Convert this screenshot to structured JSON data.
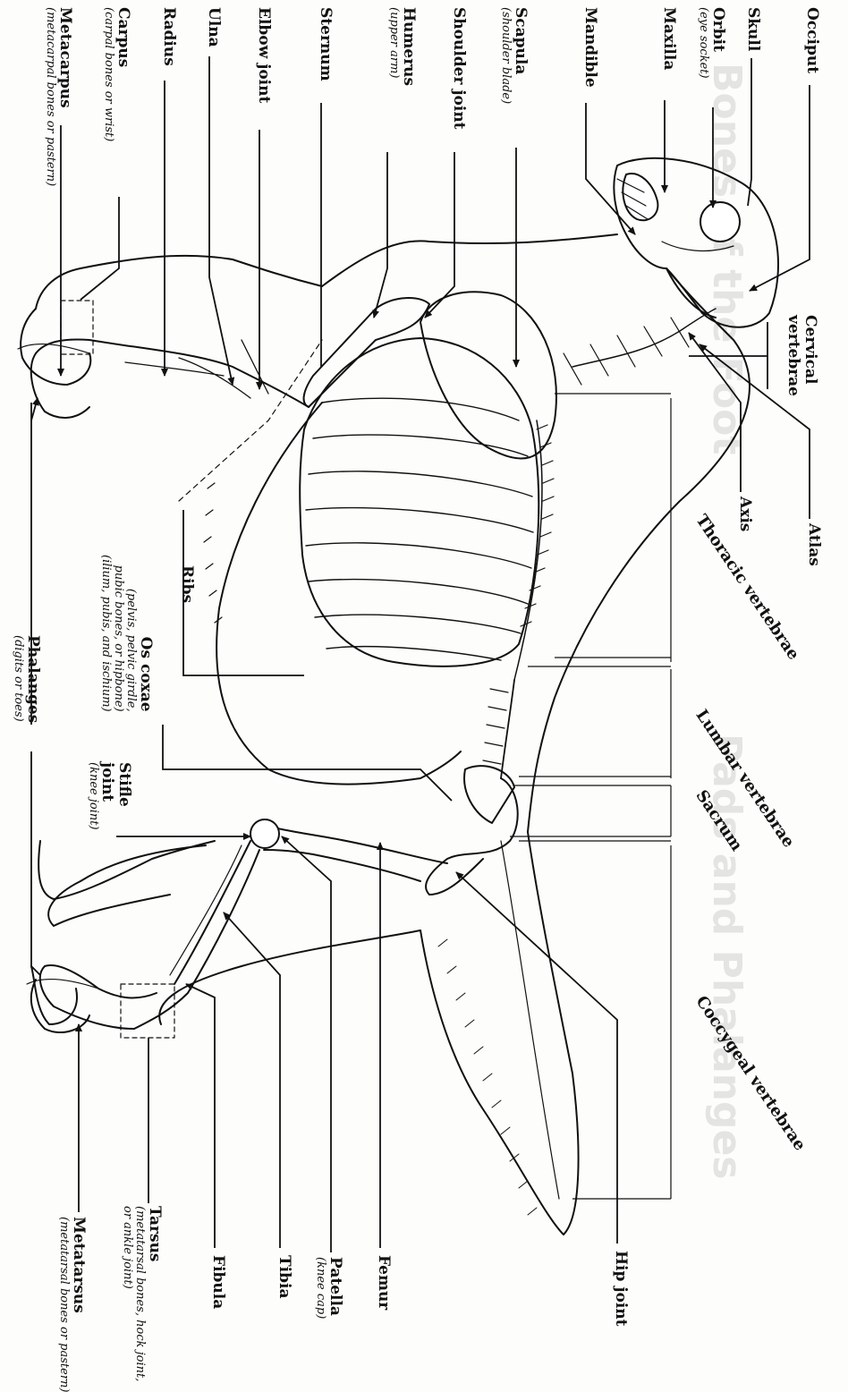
{
  "background_text": {
    "heading_a": "Bones of the Foot",
    "heading_b": "Pads and Phalanges"
  },
  "labels": {
    "occiput": {
      "main": "Occiput"
    },
    "skull": {
      "main": "Skull"
    },
    "orbit": {
      "main": "Orbit",
      "sub": "(eye socket)"
    },
    "maxilla": {
      "main": "Maxilla"
    },
    "mandible": {
      "main": "Mandible"
    },
    "scapula": {
      "main": "Scapula",
      "sub": "(shoulder blade)"
    },
    "shoulder_joint": {
      "main": "Shoulder joint"
    },
    "humerus": {
      "main": "Humerus",
      "sub": "(upper arm)"
    },
    "sternum": {
      "main": "Sternum"
    },
    "elbow_joint": {
      "main": "Elbow joint"
    },
    "ulna": {
      "main": "Ulna"
    },
    "radius": {
      "main": "Radius"
    },
    "carpus": {
      "main": "Carpus",
      "sub": "(carpal bones or wrist)"
    },
    "metacarpus": {
      "main": "Metacarpus",
      "sub": "(metacarpal bones or pastern)"
    },
    "cervical_vertebrae": {
      "main": "Cervical vertebrae"
    },
    "axis": {
      "main": "Axis"
    },
    "atlas": {
      "main": "Atlas"
    },
    "thoracic_vertebrae": {
      "main": "Thoracic vertebrae"
    },
    "ribs": {
      "main": "Ribs"
    },
    "os_coxae": {
      "main": "Os coxae",
      "sub1": "(pelvis, pelvic girdle,",
      "sub2": "pubic bones, or hipbone)",
      "sub3": "(ilium, pubis, and ischium)"
    },
    "phalanges": {
      "main": "Phalanges",
      "sub": "(digits or toes)"
    },
    "lumbar_vertebrae": {
      "main": "Lumbar vertebrae"
    },
    "sacrum": {
      "main": "Sacrum"
    },
    "stifle_joint": {
      "main1": "Stifle",
      "main2": "joint",
      "sub": "(knee joint)"
    },
    "coccygeal_vertebrae": {
      "main": "Coccygeal vertebrae"
    },
    "hip_joint": {
      "main": "Hip joint"
    },
    "femur": {
      "main": "Femur"
    },
    "patella": {
      "main": "Patella",
      "sub": "(knee cap)"
    },
    "tibia": {
      "main": "Tibia"
    },
    "fibula": {
      "main": "Fibula"
    },
    "tarsus": {
      "main": "Tarsus",
      "sub1": "(metatarsal bones, hock joint,",
      "sub2": "or ankle joint)"
    },
    "metatarsus": {
      "main": "Metatarsus",
      "sub": "(metatarsal bones or pastern)"
    }
  }
}
